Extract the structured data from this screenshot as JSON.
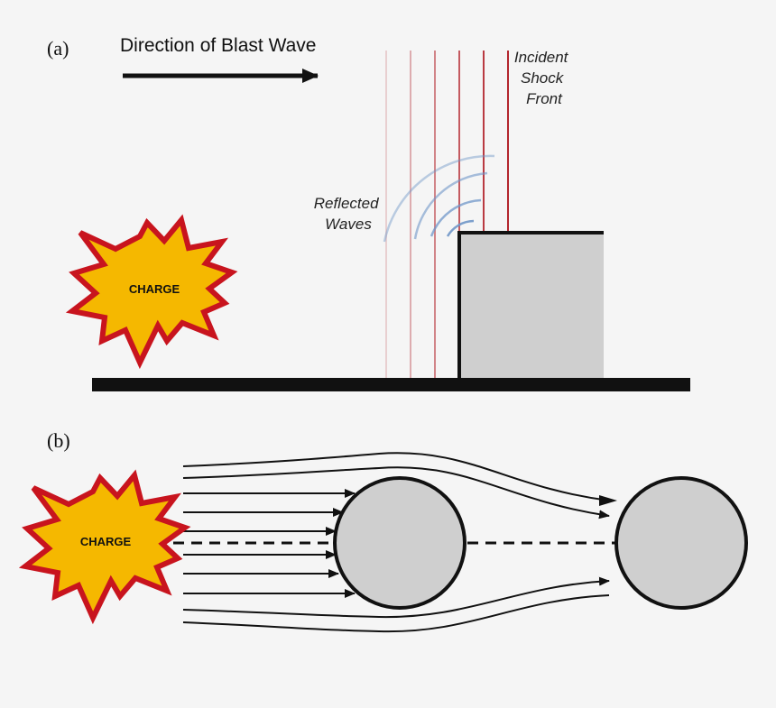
{
  "panel_a": {
    "label": "(a)",
    "direction_label": "Direction of Blast Wave",
    "incident_label": [
      "Incident",
      "Shock",
      "Front"
    ],
    "reflected_label": [
      "Reflected",
      "Waves"
    ],
    "charge_label": "CHARGE"
  },
  "panel_b": {
    "label": "(b)",
    "charge_label": "CHARGE"
  },
  "colors": {
    "background": "#f5f5f5",
    "charge_fill": "#f5b800",
    "charge_outline": "#c8141e",
    "structure_fill": "#cfcfcf",
    "incident_lines": "#b3262d",
    "reflected_waves": "#6f96c8"
  }
}
